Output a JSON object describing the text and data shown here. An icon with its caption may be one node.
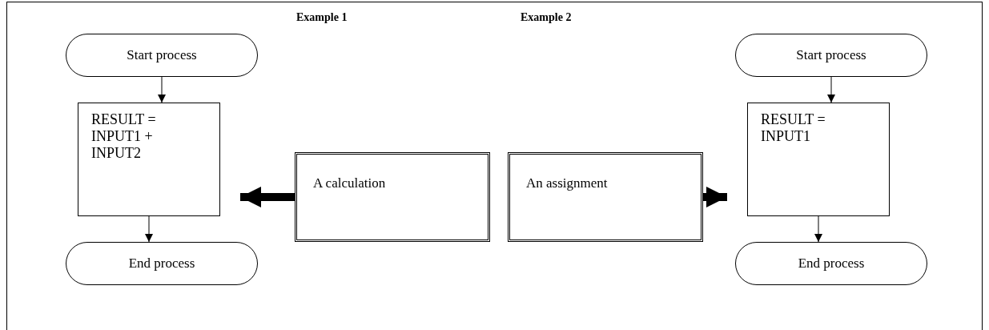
{
  "diagram": {
    "nodes": [
      {
        "text": [
          "Start process"
        ]
      },
      {
        "text": [
          "RESULT = INPUT1 + INPUT2"
        ]
      },
      {
        "text": [
          "End process"
        ]
      },
      {
        "text": [
          "A calculation"
        ]
      },
      {
        "text": [
          "An assignment"
        ]
      },
      {
        "text": [
          "Start process"
        ]
      },
      {
        "text": [
          "RESULT = INPUT1"
        ]
      },
      {
        "text": [
          "End process"
        ]
      }
    ],
    "edges": [
      {
        "from": 0,
        "to": 1,
        "arrow": "to"
      },
      {
        "from": 1,
        "to": 2,
        "arrow": "to"
      },
      {
        "from": 3,
        "to": 1,
        "arrow": "to",
        "style": "thick"
      },
      {
        "from": 4,
        "to": 6,
        "arrow": "to",
        "style": "thick"
      },
      {
        "from": 5,
        "to": 6,
        "arrow": "to"
      },
      {
        "from": 6,
        "to": 7,
        "arrow": "to"
      }
    ],
    "labels": [
      "Example 1",
      "Example 2"
    ]
  }
}
